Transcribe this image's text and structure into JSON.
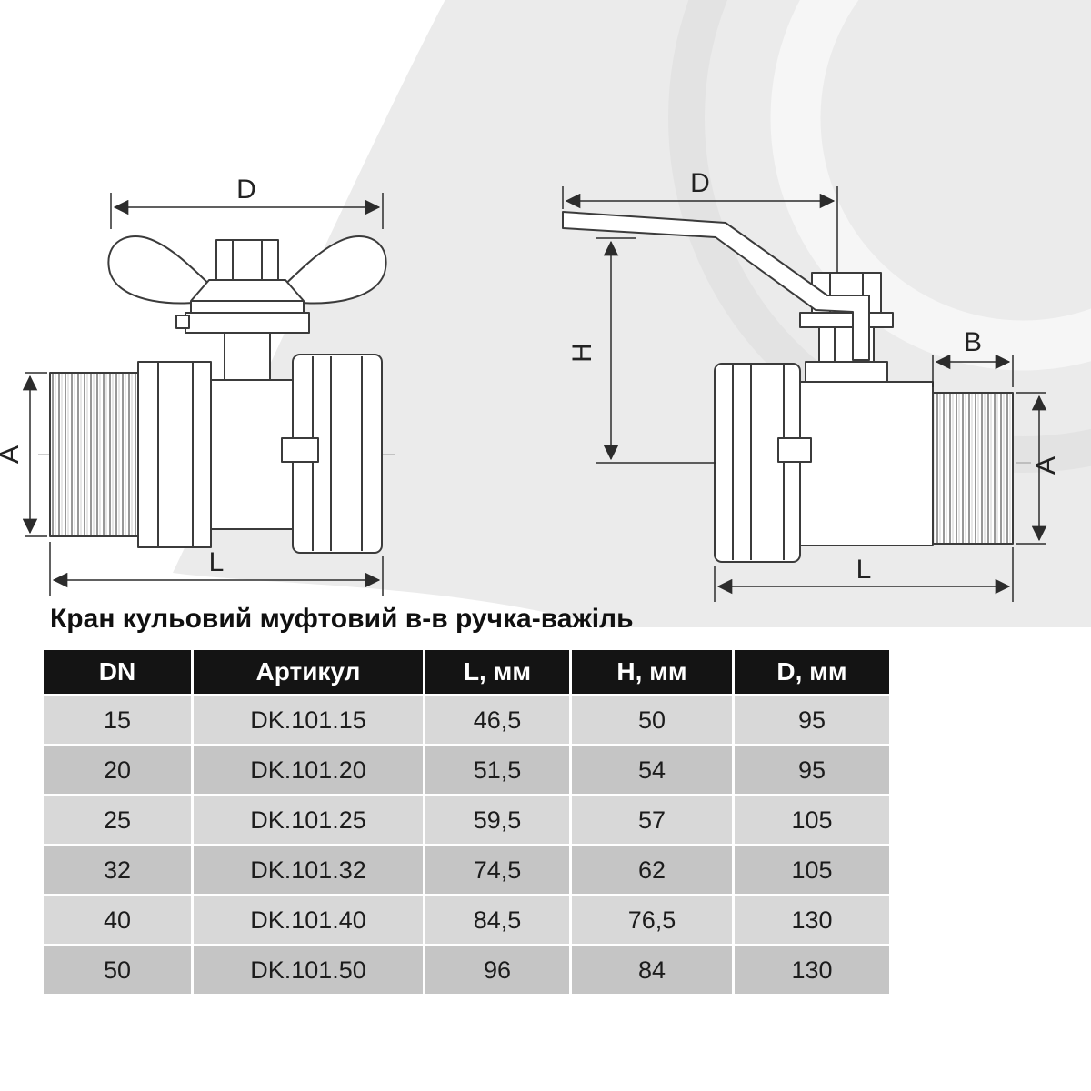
{
  "page": {
    "title": "Кран кульовий муфтовий в-в ручка-важіль"
  },
  "drawing": {
    "left_valve": {
      "dim_d": "D",
      "dim_a": "A",
      "dim_l": "L"
    },
    "right_valve": {
      "dim_d": "D",
      "dim_h": "H",
      "dim_b": "B",
      "dim_a": "A",
      "dim_l": "L"
    }
  },
  "table": {
    "headers": [
      "DN",
      "Артикул",
      "L, мм",
      "H, мм",
      "D, мм"
    ],
    "rows": [
      [
        "15",
        "DK.101.15",
        "46,5",
        "50",
        "95"
      ],
      [
        "20",
        "DK.101.20",
        "51,5",
        "54",
        "95"
      ],
      [
        "25",
        "DK.101.25",
        "59,5",
        "57",
        "105"
      ],
      [
        "32",
        "DK.101.32",
        "74,5",
        "62",
        "105"
      ],
      [
        "40",
        "DK.101.40",
        "84,5",
        "76,5",
        "130"
      ],
      [
        "50",
        "DK.101.50",
        "96",
        "84",
        "130"
      ]
    ]
  },
  "colors": {
    "header_bg": "#141414",
    "row_light": "#d8d8d8",
    "row_dark": "#c5c5c5",
    "line": "#3b3b3b"
  }
}
